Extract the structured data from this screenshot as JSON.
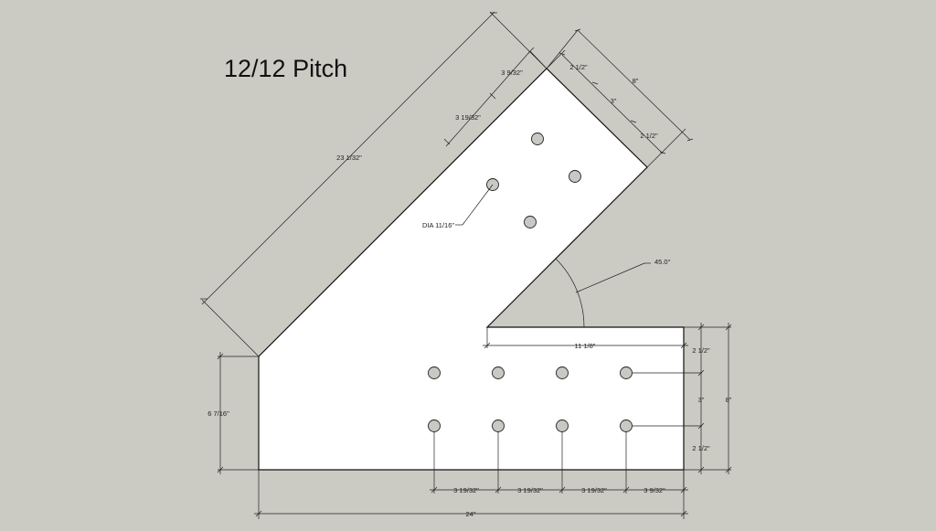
{
  "title": "12/12 Pitch",
  "colors": {
    "background": "#cbcbc4",
    "plate": "#ffffff",
    "hole": "#c8c8c4",
    "line": "#222222"
  },
  "dimensions": {
    "diag_top_1": "3 9/32\"",
    "diag_top_2": "3 19/32\"",
    "diag_length": "23 1/32\"",
    "end_a": "2 1/2\"",
    "end_b": "3\"",
    "end_c": "2 1/2\"",
    "end_width": "8\"",
    "hole_dia": "DIA 11/16\"",
    "angle": "45.0°",
    "inner_len": "11 1/8\"",
    "right_a": "2 1/2\"",
    "right_b": "3\"",
    "right_c": "2 1/2\"",
    "right_height": "8\"",
    "left_height": "6 7/16\"",
    "bottom_1": "3 19/32\"",
    "bottom_2": "3 19/32\"",
    "bottom_3": "3 19/32\"",
    "bottom_4": "3 9/32\"",
    "total_width": "24\""
  }
}
